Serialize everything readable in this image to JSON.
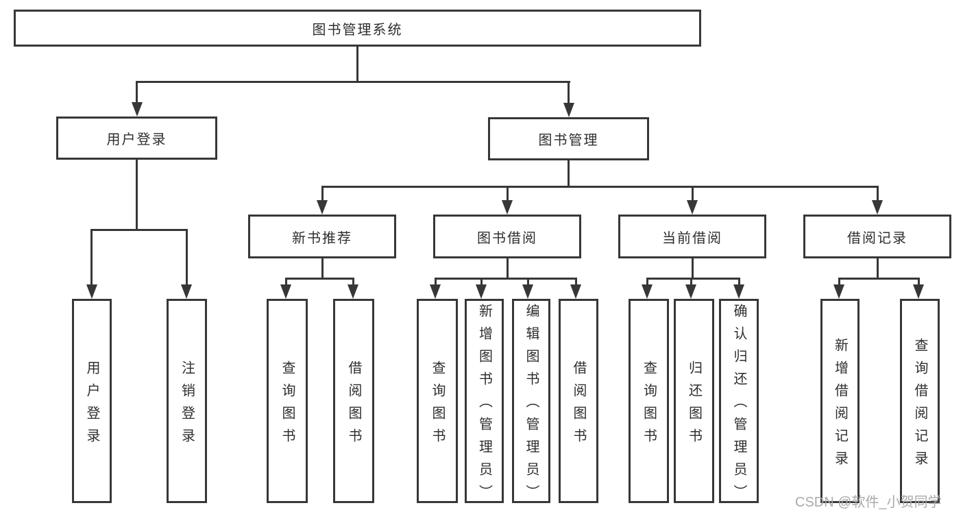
{
  "colors": {
    "line": "#373737",
    "text": "#2e2e2e",
    "watermark": "#a9a9a9",
    "background": "#ffffff"
  },
  "tree": {
    "root": "图书管理系统",
    "children": [
      {
        "label": "用户登录",
        "children": [
          "用户登录",
          "注销登录"
        ]
      },
      {
        "label": "图书管理",
        "children": [
          {
            "label": "新书推荐",
            "children": [
              "查询图书",
              "借阅图书"
            ]
          },
          {
            "label": "图书借阅",
            "children": [
              "查询图书",
              "新增图书（管理员）",
              "编辑图书（管理员）",
              "借阅图书"
            ]
          },
          {
            "label": "当前借阅",
            "children": [
              "查询图书",
              "归还图书",
              "确认归还（管理员）"
            ]
          },
          {
            "label": "借阅记录",
            "children": [
              "新增借阅记录",
              "查询借阅记录"
            ]
          }
        ]
      }
    ]
  },
  "watermark": "CSDN @软件_小贺同学"
}
